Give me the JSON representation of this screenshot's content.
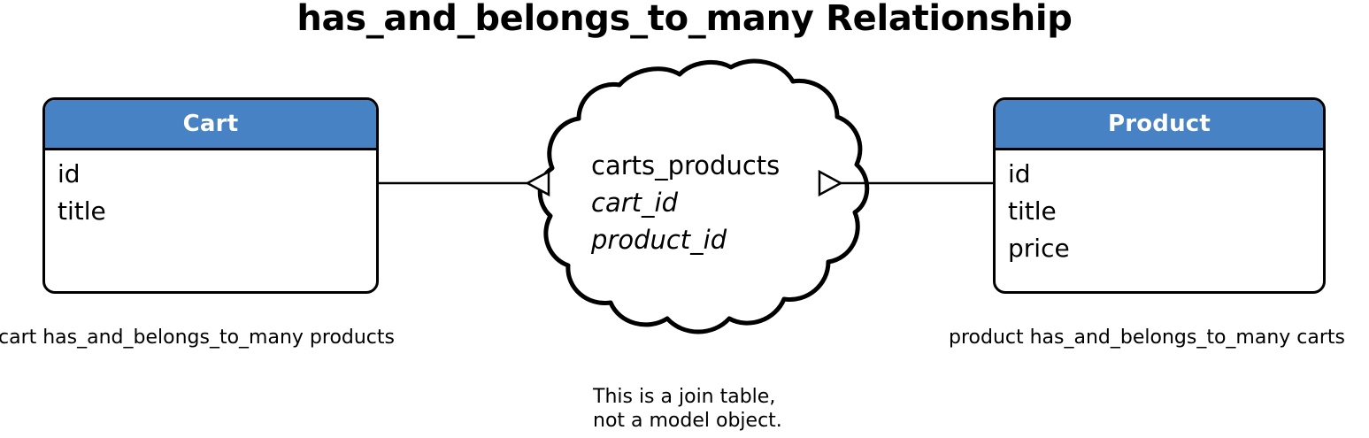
{
  "diagram": {
    "title": "has_and_belongs_to_many Relationship",
    "accent_color": "#4682C4",
    "line_color": "#000000",
    "background": "#ffffff"
  },
  "entities": [
    {
      "name": "Cart",
      "fields": [
        "id",
        "title"
      ]
    },
    {
      "name": "Product",
      "fields": [
        "id",
        "title",
        "price"
      ]
    }
  ],
  "join_table": {
    "name": "carts_products",
    "columns": [
      "cart_id",
      "product_id"
    ],
    "shape": "cloud"
  },
  "captions": {
    "left": "cart has_and_belongs_to_many products",
    "right": "product has_and_belongs_to_many carts"
  },
  "note": {
    "line1": "This is a join table,",
    "line2": "not a model object."
  },
  "relationships": [
    {
      "from": "Cart",
      "to": "carts_products",
      "from_cardinality": "one",
      "to_cardinality": "many",
      "marker": "crows-foot"
    },
    {
      "from": "carts_products",
      "to": "Product",
      "from_cardinality": "many",
      "to_cardinality": "one",
      "marker": "crows-foot"
    }
  ]
}
